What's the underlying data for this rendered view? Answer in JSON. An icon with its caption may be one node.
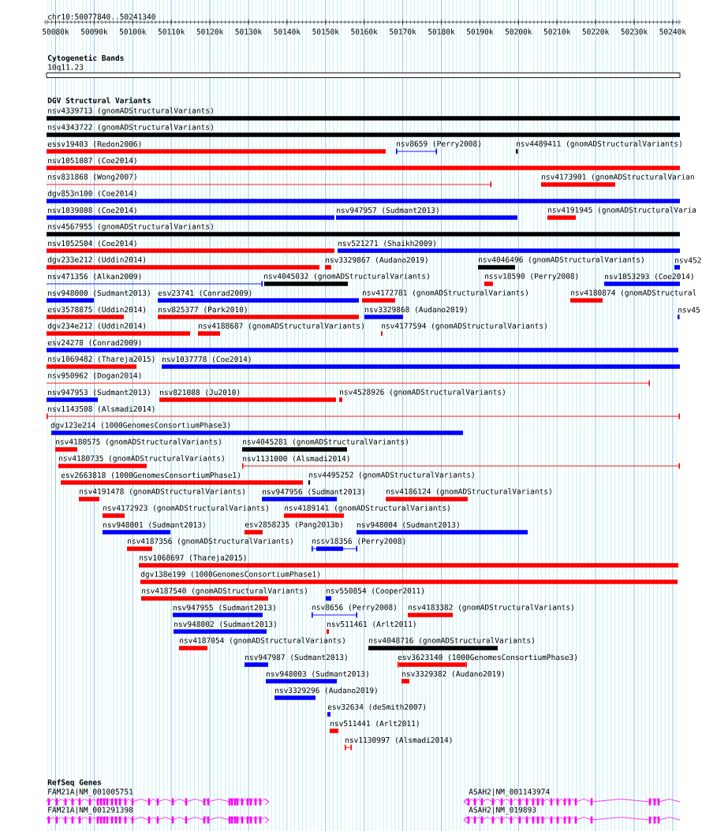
{
  "diagram": {
    "labels": [
      "chr10:50077840..50241340",
      "50080k",
      "50090k",
      "50100k",
      "50110k",
      "50120k",
      "50130k",
      "50140k",
      "50150k",
      "50160k",
      "50170k",
      "50180k",
      "50190k",
      "50200k",
      "50210k",
      "50220k",
      "50230k",
      "50240k",
      "Cytogenetic Bands",
      "10q11.23",
      "DGV Structural Variants",
      "nsv4339713 (gnomADStructuralVariants)",
      "nsv4343722 (gnomADStructuralVariants)",
      "essv19403 (Redon2006)",
      "nsv8659 (Perry2008)",
      "nsv4489411 (gnomADStructuralVariants)",
      "nsv1051087 (Coe2014)",
      "nsv831868 (Wong2007)",
      "nsv4173901 (gnomADStructuralVarian",
      "dgv853n100 (Coe2014)",
      "nsv1039808 (Coe2014)",
      "nsv947957 (Sudmant2013)",
      "nsv4191945 (gnomADStructuralVaria",
      "nsv4567955 (gnomADStructuralVariants)",
      "nsv1052504 (Coe2014)",
      "nsv521271 (Shaikh2009)",
      "dgv233e212 (Uddin2014)",
      "nsv3329867 (Audano2019)",
      "nsv4046496 (gnomADStructuralVariants)",
      "nsv452",
      "nsv471356 (Alkan2009)",
      "nsv4045032 (gnomADStructuralVariants)",
      "nssv18590 (Perry2008)",
      "nsv1053293 (Coe2014)",
      "nsv948000 (Sudmant2013)",
      "esv23741 (Conrad2009)",
      "nsv4172781 (gnomADStructuralVariants)",
      "nsv4180874 (gnomADStructural",
      "esv3578875 (Uddin2014)",
      "nsv825377 (Park2010)",
      "nsv3329868 (Audano2019)",
      "nsv45",
      "dgv234e212 (Uddin2014)",
      "nsv4188687 (gnomADStructuralVariants)",
      "nsv4177594 (gnomADStructuralVariants)",
      "esv24278 (Conrad2009)",
      "nsv1069482 (Thareja2015)",
      "nsv1037778 (Coe2014)",
      "nsv950962 (Dogan2014)",
      "nsv947953 (Sudmant2013)",
      "nsv821088 (Ju2010)",
      "nsv4528926 (gnomADStructuralVariants)",
      "nsv1143508 (Alsmadi2014)",
      "dgv123e214 (1000GenomesConsortiumPhase3)",
      "nsv4180575 (gnomADStructuralVariants)",
      "nsv4045281 (gnomADStructuralVariants)",
      "nsv4180735 (gnomADStructuralVariants)",
      "nsv1131000 (Alsmadi2014)",
      "esv2663818 (1000GenomesConsortiumPhase1)",
      "nsv4495252 (gnomADStructuralVariants)",
      "nsv4191478 (gnomADStructuralVariants)",
      "nsv947956 (Sudmant2013)",
      "nsv4186124 (gnomADStructuralVariants)",
      "nsv4172923 (gnomADStructuralVariants)",
      "nsv4189141 (gnomADStructuralVariants)",
      "nsv948001 (Sudmant2013)",
      "esv2858235 (Pang2013b)",
      "nsv948004 (Sudmant2013)",
      "nsv4187356 (gnomADStructuralVariants)",
      "nssv18356 (Perry2008)",
      "nsv1068697 (Thareja2015)",
      "dgv138e199 (1000GenomesConsortiumPhase1)",
      "nsv4187540 (gnomADStructuralVariants)",
      "nsv550854 (Cooper2011)",
      "nsv947955 (Sudmant2013)",
      "nsv8656 (Perry2008)",
      "nsv4183382 (gnomADStructuralVariants)",
      "nsv948002 (Sudmant2013)",
      "nsv511461 (Arlt2011)",
      "nsv4187054 (gnomADStructuralVariants)",
      "nsv4048716 (gnomADStructuralVariants)",
      "nsv947987 (Sudmant2013)",
      "esv3623140 (1000GenomesConsortiumPhase3)",
      "nsv948003 (Sudmant2013)",
      "nsv3329382 (Audano2019)",
      "nsv3329296 (Audano2019)",
      "esv32634 (deSmith2007)",
      "nsv511441 (Arlt2011)",
      "nsv1130997 (Alsmadi2014)",
      "RefSeq Genes",
      "FAM21A|NM_001005751",
      "ASAH2|NM_001143974",
      "FAM21A|NM_001291398",
      "ASAH2|NM_019893"
    ]
  }
}
